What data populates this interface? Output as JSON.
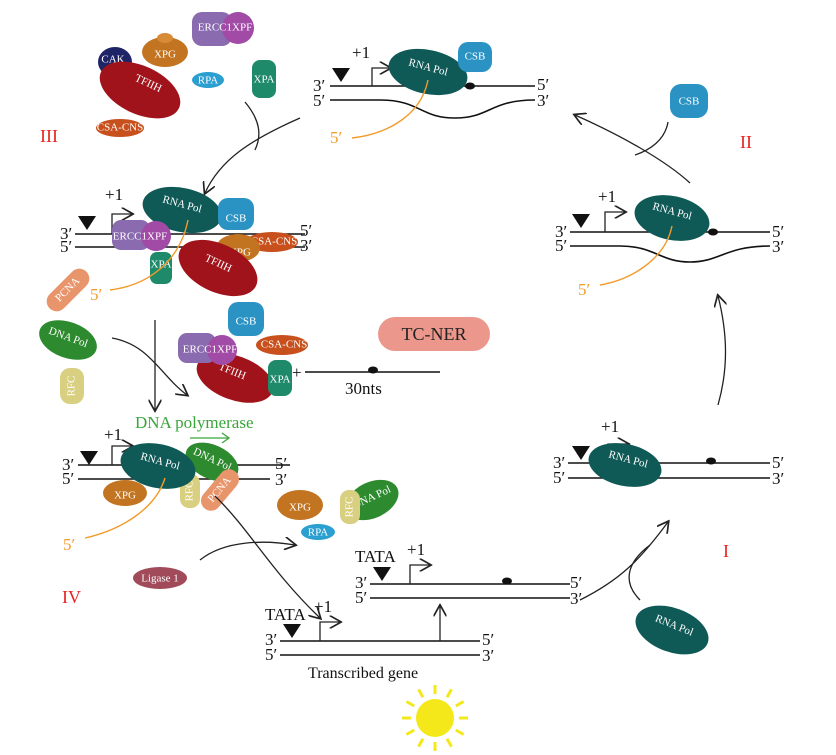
{
  "labels": {
    "three_prime": "3′",
    "five_prime": "5′",
    "plus_one": "+1",
    "tata": "TATA",
    "tc_ner": "TC-NER",
    "nts": "30nts",
    "plus": "+",
    "dna_polymerase": "DNA polymerase",
    "transcribed_gene": "Transcribed gene"
  },
  "stages": {
    "I": "I",
    "II": "II",
    "III": "III",
    "IV": "IV"
  },
  "proteins": {
    "rna_pol": "RNA Pol",
    "csb": "CSB",
    "cak": "CAK",
    "xpg": "XPG",
    "ercc1xpf": "ERCC1XPF",
    "tfiih": "TFIIH",
    "rpa": "RPA",
    "xpa": "XPA",
    "csa_cns": "CSA-CNS",
    "pcna": "PCNA",
    "dna_pol": "DNA Pol",
    "rfc": "RFC",
    "ligase": "Ligase 1"
  },
  "colors": {
    "rna_pol": "#0f5a57",
    "csb": "#2a93c4",
    "tfiih": "#a1131a",
    "xpg": "#c27421",
    "ercc1xpf": "#8a6bb0",
    "xpa": "#1e8a6a",
    "csa_cns": "#c7501d",
    "cak": "#1e2466",
    "rpa": "#2a9fd0",
    "pcna": "#e8956b",
    "dna_pol": "#2e8a2e",
    "rfc": "#d9cf80",
    "ligase": "#a04a5a",
    "tc_ner": "#ec978c",
    "stage": "#e8231f",
    "nascent_rna": "#f39a2a",
    "sun": "#f4e81a"
  }
}
